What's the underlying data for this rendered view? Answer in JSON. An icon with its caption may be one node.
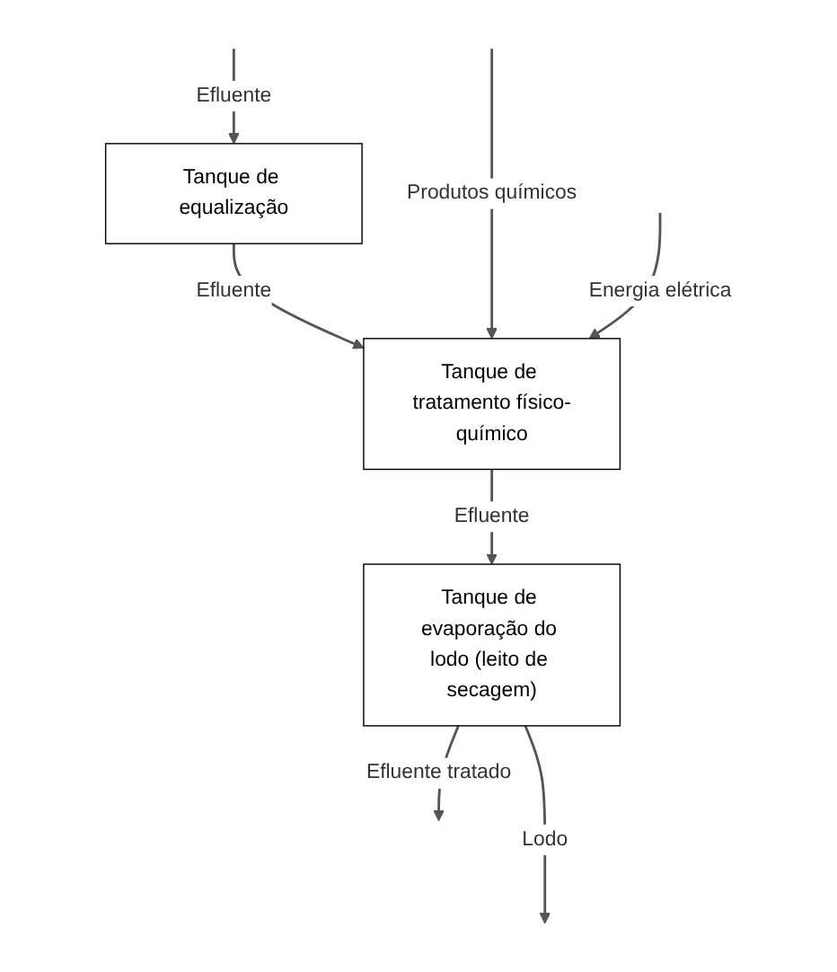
{
  "diagram": {
    "nodes": [
      {
        "text": [
          "Tanque de equalização"
        ]
      },
      {
        "text": [
          "Tanque de tratamento físico-químico"
        ]
      },
      {
        "text": [
          "Tanque de evaporação do lodo (leito de secagem)"
        ]
      }
    ],
    "edges": [
      {
        "from": null,
        "to": 0,
        "arrow": "to",
        "label": "Efluente"
      },
      {
        "from": 0,
        "to": 1,
        "arrow": "to",
        "label": "Efluente"
      },
      {
        "from": null,
        "to": 1,
        "arrow": "to",
        "label": "Produtos químicos"
      },
      {
        "from": null,
        "to": 1,
        "arrow": "to",
        "label": "Energia elétrica"
      },
      {
        "from": 1,
        "to": 2,
        "arrow": "to",
        "label": "Efluente"
      },
      {
        "from": 2,
        "to": null,
        "arrow": "to",
        "label": "Lodo"
      },
      {
        "from": 2,
        "to": null,
        "arrow": "to",
        "label": "Efluente tratado"
      }
    ]
  }
}
